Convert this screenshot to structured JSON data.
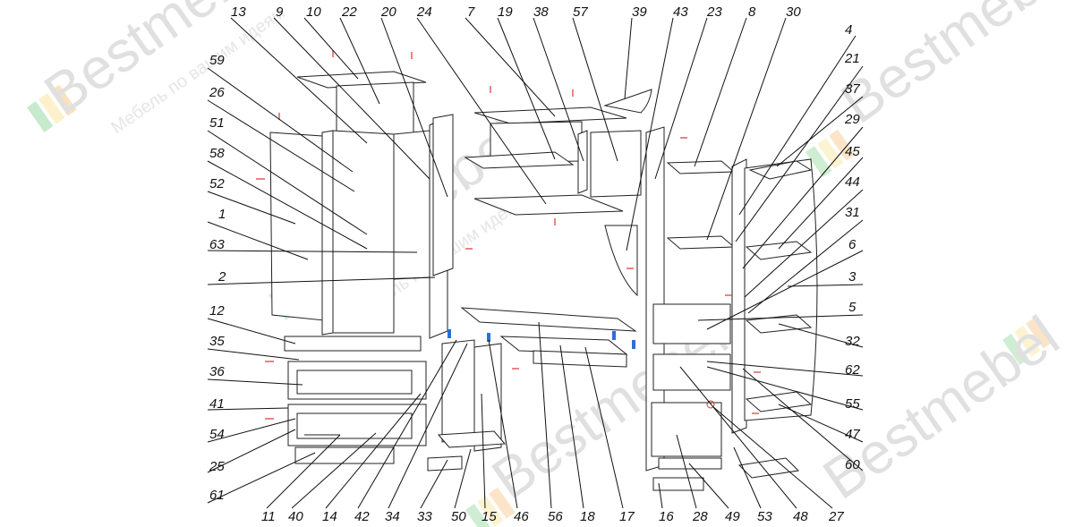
{
  "watermark": {
    "brand": "Bestmebel",
    "tagline": "Мебель по вашим идеям",
    "colors": {
      "green": "#5cc36b",
      "yellow": "#f5d66b",
      "orange": "#f4a64a"
    }
  },
  "callouts": {
    "top": [
      "13",
      "9",
      "10",
      "22",
      "20",
      "24",
      "7",
      "19",
      "38",
      "57",
      "39",
      "43",
      "23",
      "8",
      "30",
      "4"
    ],
    "left": [
      "59",
      "26",
      "51",
      "58",
      "52",
      "1",
      "63",
      "2",
      "12",
      "35",
      "36",
      "41",
      "54",
      "25",
      "61"
    ],
    "right": [
      "21",
      "37",
      "29",
      "45",
      "44",
      "31",
      "6",
      "3",
      "5",
      "32",
      "62",
      "55",
      "47",
      "60"
    ],
    "bottom": [
      "11",
      "40",
      "14",
      "42",
      "34",
      "33",
      "50",
      "15",
      "46",
      "56",
      "18",
      "17",
      "16",
      "28",
      "49",
      "53",
      "48",
      "27"
    ]
  },
  "colors": {
    "line": "#222222",
    "marks_red": "#dd3333",
    "marks_blue": "#2a6fd6"
  }
}
